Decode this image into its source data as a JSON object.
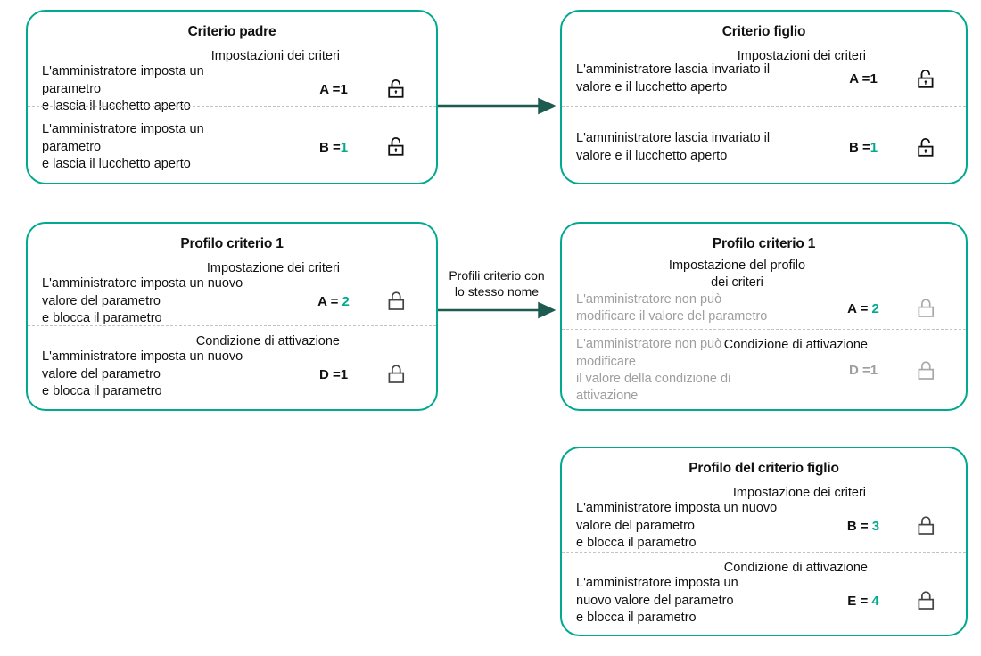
{
  "meta": {
    "accent_teal": "#00a98f",
    "arrow_color": "#1d5b51",
    "muted_gray": "#9e9e9e",
    "text_color": "#111111",
    "divider_color": "#c2c2c2"
  },
  "cards": {
    "parent": {
      "title": "Criterio padre",
      "sections": [
        {
          "header": "Impostazioni dei criteri",
          "description": "L'amministratore imposta un\nparametro\n e lascia il lucchetto aperto",
          "key": "A",
          "equals": "=",
          "value": "1",
          "value_highlight": false,
          "lock": "lock-open-icon",
          "muted": false
        },
        {
          "header": "",
          "description": "L'amministratore imposta un\nparametro\n e lascia il lucchetto aperto",
          "key": "B",
          "equals": "=",
          "value": "1",
          "value_highlight": true,
          "lock": "lock-open-icon",
          "muted": false
        }
      ]
    },
    "child": {
      "title": "Criterio figlio",
      "sections": [
        {
          "header": "Impostazioni dei criteri",
          "description": "L'amministratore lascia invariato il\nvalore e il lucchetto aperto",
          "key": "A",
          "equals": "=",
          "value": "1",
          "value_highlight": false,
          "lock": "lock-open-icon",
          "muted": false
        },
        {
          "header": "",
          "description": "L'amministratore lascia invariato il\nvalore e il lucchetto aperto",
          "key": "B",
          "equals": "=",
          "value": "1",
          "value_highlight": true,
          "lock": "lock-open-icon",
          "muted": false
        }
      ]
    },
    "profile1_left": {
      "title": "Profilo criterio 1",
      "sections": [
        {
          "header": "Impostazione dei criteri",
          "description": "L'amministratore imposta un nuovo\nvalore del parametro\n e blocca il parametro",
          "key": "A",
          "equals": "=",
          "value": "2",
          "value_highlight": true,
          "lock": "lock-closed-icon",
          "muted": false
        },
        {
          "header": "Condizione di attivazione",
          "description": "L'amministratore imposta un nuovo\nvalore del parametro\n e blocca il parametro",
          "key": "D",
          "equals": "=",
          "value": "1",
          "value_highlight": false,
          "lock": "lock-closed-icon",
          "muted": false
        }
      ]
    },
    "profile1_right": {
      "title": "Profilo criterio 1",
      "sections": [
        {
          "header": "Impostazione del profilo\ndei criteri",
          "description": "L'amministratore non può\nmodificare il valore del parametro",
          "key": "A",
          "equals": "=",
          "value": "2",
          "value_highlight": true,
          "lock": "lock-closed-icon",
          "muted": true
        },
        {
          "header": "Condizione di attivazione",
          "description": "L'amministratore non può\nmodificare\n il valore della condizione di\nattivazione",
          "key": "D",
          "equals": "=",
          "value": "1",
          "value_highlight": false,
          "lock": "lock-closed-icon",
          "muted": true
        }
      ]
    },
    "child_profile": {
      "title": "Profilo del criterio figlio",
      "sections": [
        {
          "header": "Impostazione dei criteri",
          "description": "L'amministratore imposta un nuovo\nvalore del parametro\n e blocca il parametro",
          "key": "B",
          "equals": "=",
          "value": "3",
          "value_highlight": true,
          "lock": "lock-closed-icon",
          "muted": false
        },
        {
          "header": "Condizione di attivazione",
          "description": "L'amministratore imposta un\nnuovo valore del parametro\n e blocca il parametro",
          "key": "E",
          "equals": "=",
          "value": "4",
          "value_highlight": true,
          "lock": "lock-closed-icon",
          "muted": false
        }
      ]
    }
  },
  "arrows": [
    {
      "name": "arrow-parent-to-child",
      "label": ""
    },
    {
      "name": "arrow-profile-to-profile",
      "label": "Profili criterio con\nlo stesso nome"
    }
  ]
}
